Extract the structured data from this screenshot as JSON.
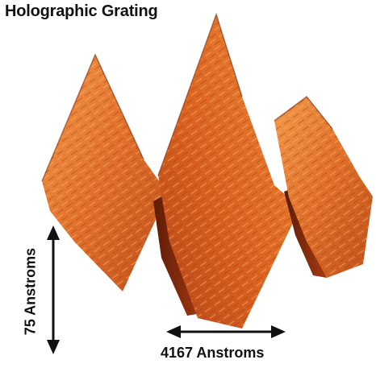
{
  "figure": {
    "title": "Holographic Grating",
    "vertical_scale_label": "75 Anstroms",
    "horizontal_scale_label": "4167 Anstroms"
  },
  "colors": {
    "surface_light": "#f08a3a",
    "surface_mid": "#d8601e",
    "surface_dark": "#9a3410",
    "shadow": "#6e2208"
  }
}
